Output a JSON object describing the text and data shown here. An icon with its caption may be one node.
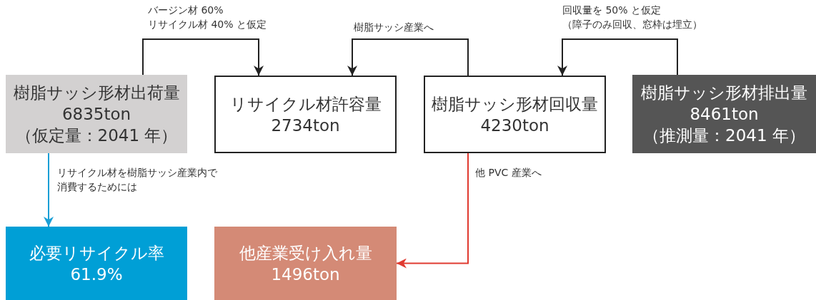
{
  "diagram": {
    "nodes": [
      {
        "text": [
          "樹脂サッシ形材出荷量",
          "6835ton",
          "（仮定量：2041 年）"
        ]
      },
      {
        "text": [
          "リサイクル材許容量",
          "2734ton"
        ]
      },
      {
        "text": [
          "樹脂サッシ形材回収量",
          "4230ton"
        ]
      },
      {
        "text": [
          "樹脂サッシ形材排出量",
          "8461ton",
          "（推測量：2041 年）"
        ]
      },
      {
        "text": [
          "必要リサイクル率",
          "61.9%"
        ]
      },
      {
        "text": [
          "他産業受け入れ量",
          "1496ton"
        ]
      }
    ],
    "edges": [
      {
        "from": 0,
        "to": 1,
        "arrow": "to",
        "label": "バージン材 60% リサイクル材 40% と仮定"
      },
      {
        "from": 2,
        "to": 1,
        "arrow": "to",
        "label": "樹脂サッシ産業へ"
      },
      {
        "from": 3,
        "to": 2,
        "arrow": "to",
        "label": "回収量を 50% と仮定（障子のみ回収、窓枠は埋立）"
      },
      {
        "from": 0,
        "to": 4,
        "arrow": "to",
        "label": "リサイクル材を樹脂サッシ産業内で消費するためには",
        "color": "#1a9fd6"
      },
      {
        "from": 2,
        "to": 5,
        "arrow": "to",
        "label": "他 PVC 産業へ",
        "color": "#e03a30"
      }
    ]
  }
}
